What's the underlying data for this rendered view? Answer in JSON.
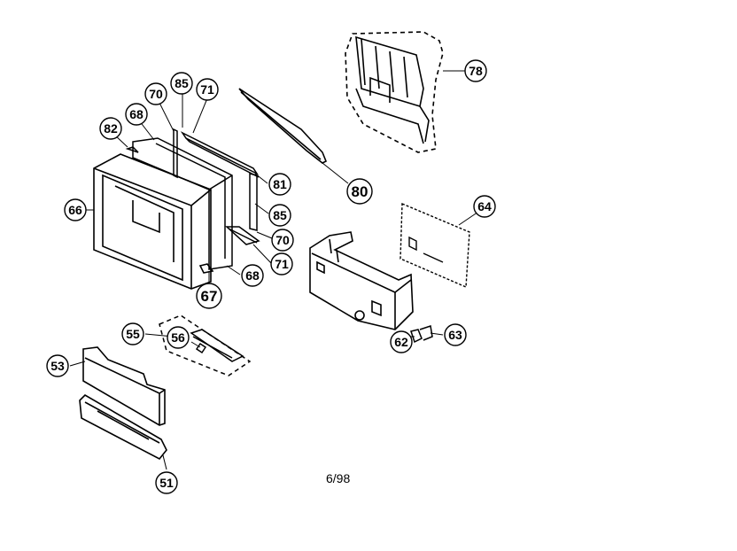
{
  "page_label": "6/98",
  "part_numbers": {
    "p51": "51",
    "p53": "53",
    "p55": "55",
    "p56": "56",
    "p62": "62",
    "p63": "63",
    "p64": "64",
    "p66": "66",
    "p67": "67",
    "p68a": "68",
    "p68b": "68",
    "p70a": "70",
    "p70b": "70",
    "p71a": "71",
    "p71b": "71",
    "p78": "78",
    "p80": "80",
    "p81": "81",
    "p82": "82",
    "p85a": "85",
    "p85b": "85"
  }
}
